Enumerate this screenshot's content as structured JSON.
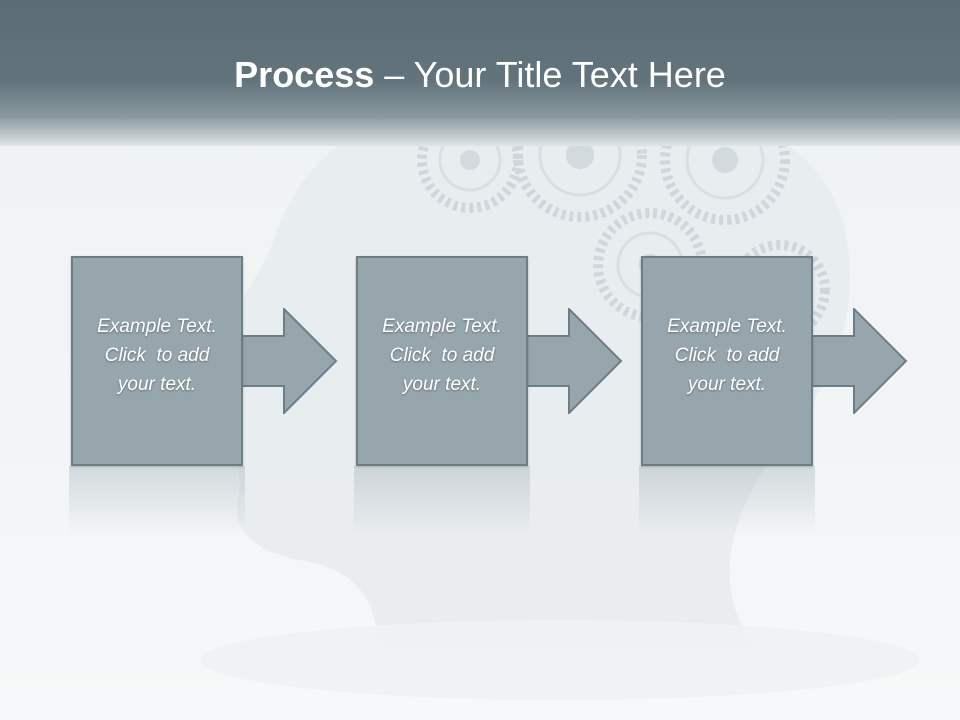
{
  "slide": {
    "title_bold": "Process",
    "title_rest": " – Your Title Text Here",
    "steps": [
      {
        "line1": "Example Text.",
        "line2": "Click  to add",
        "line3": "your text."
      },
      {
        "line1": "Example Text.",
        "line2": "Click  to add",
        "line3": "your text."
      },
      {
        "line1": "Example Text.",
        "line2": "Click  to add",
        "line3": "your text."
      }
    ]
  },
  "colors": {
    "header": "#5b6c75",
    "box_fill": "#97a6ad",
    "box_border": "#6d7d85",
    "text": "#ffffff"
  },
  "icons": [
    "head-silhouette-icon",
    "gear-icon",
    "arrow-right-icon"
  ]
}
